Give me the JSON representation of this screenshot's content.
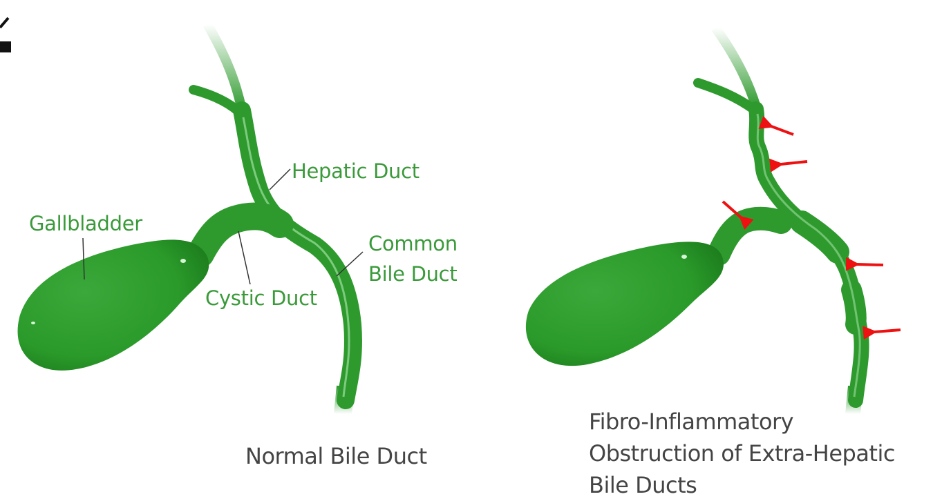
{
  "normal": {
    "labels": {
      "gallbladder": "Gallbladder",
      "hepatic_duct": "Hepatic Duct",
      "common_bile_duct_line1": "Common",
      "common_bile_duct_line2": "Bile Duct",
      "cystic_duct": "Cystic Duct"
    },
    "caption": "Normal Bile Duct"
  },
  "obstructed": {
    "caption_lines": [
      "Fibro-Inflammatory",
      "Obstruction of Extra-Hepatic",
      "Bile Ducts"
    ],
    "arrow_count": 5
  },
  "colors": {
    "organ": "#2e9a2e",
    "organ_dark": "#1f7a1f",
    "label_text": "#3a9a3a",
    "caption_text": "#444444",
    "arrow": "#ee1111"
  }
}
